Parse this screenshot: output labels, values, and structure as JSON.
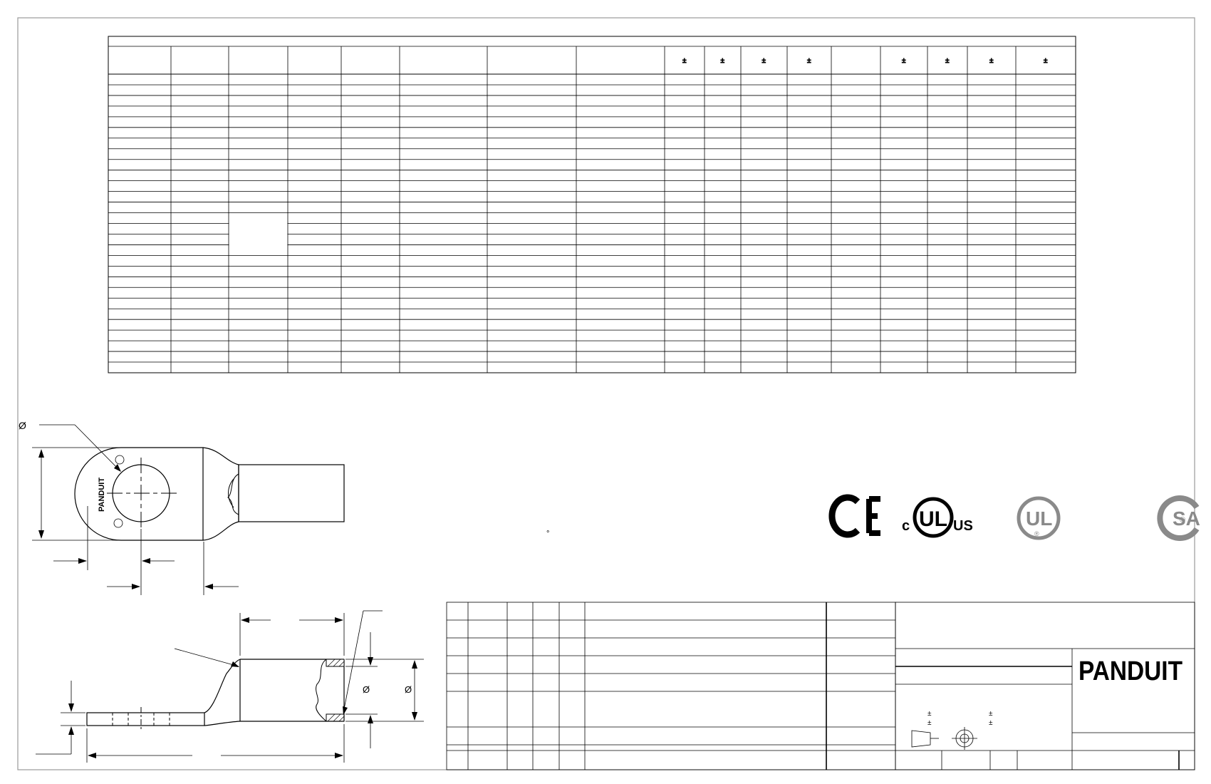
{
  "drawing": {
    "title": "Compression lug drawing sheet",
    "brand": "PANDUIT",
    "tolerance_symbol": "±",
    "diameter_symbol": "Ø",
    "degree_symbol": "°",
    "registered_symbol": "®"
  },
  "spec_table": {
    "columns": 17,
    "rows": 26,
    "tolerance_columns": [
      8,
      9,
      10,
      11,
      13,
      14,
      15,
      16
    ]
  },
  "certifications": [
    {
      "name": "ce-mark",
      "label": "CE"
    },
    {
      "name": "cul-us-mark",
      "label_left": "c",
      "label_center": "UL",
      "label_right": "US"
    },
    {
      "name": "ul-recognized-mark",
      "label": "UL"
    },
    {
      "name": "csa-mark",
      "label": "SA"
    }
  ],
  "title_block": {
    "logo": "PANDUIT"
  }
}
